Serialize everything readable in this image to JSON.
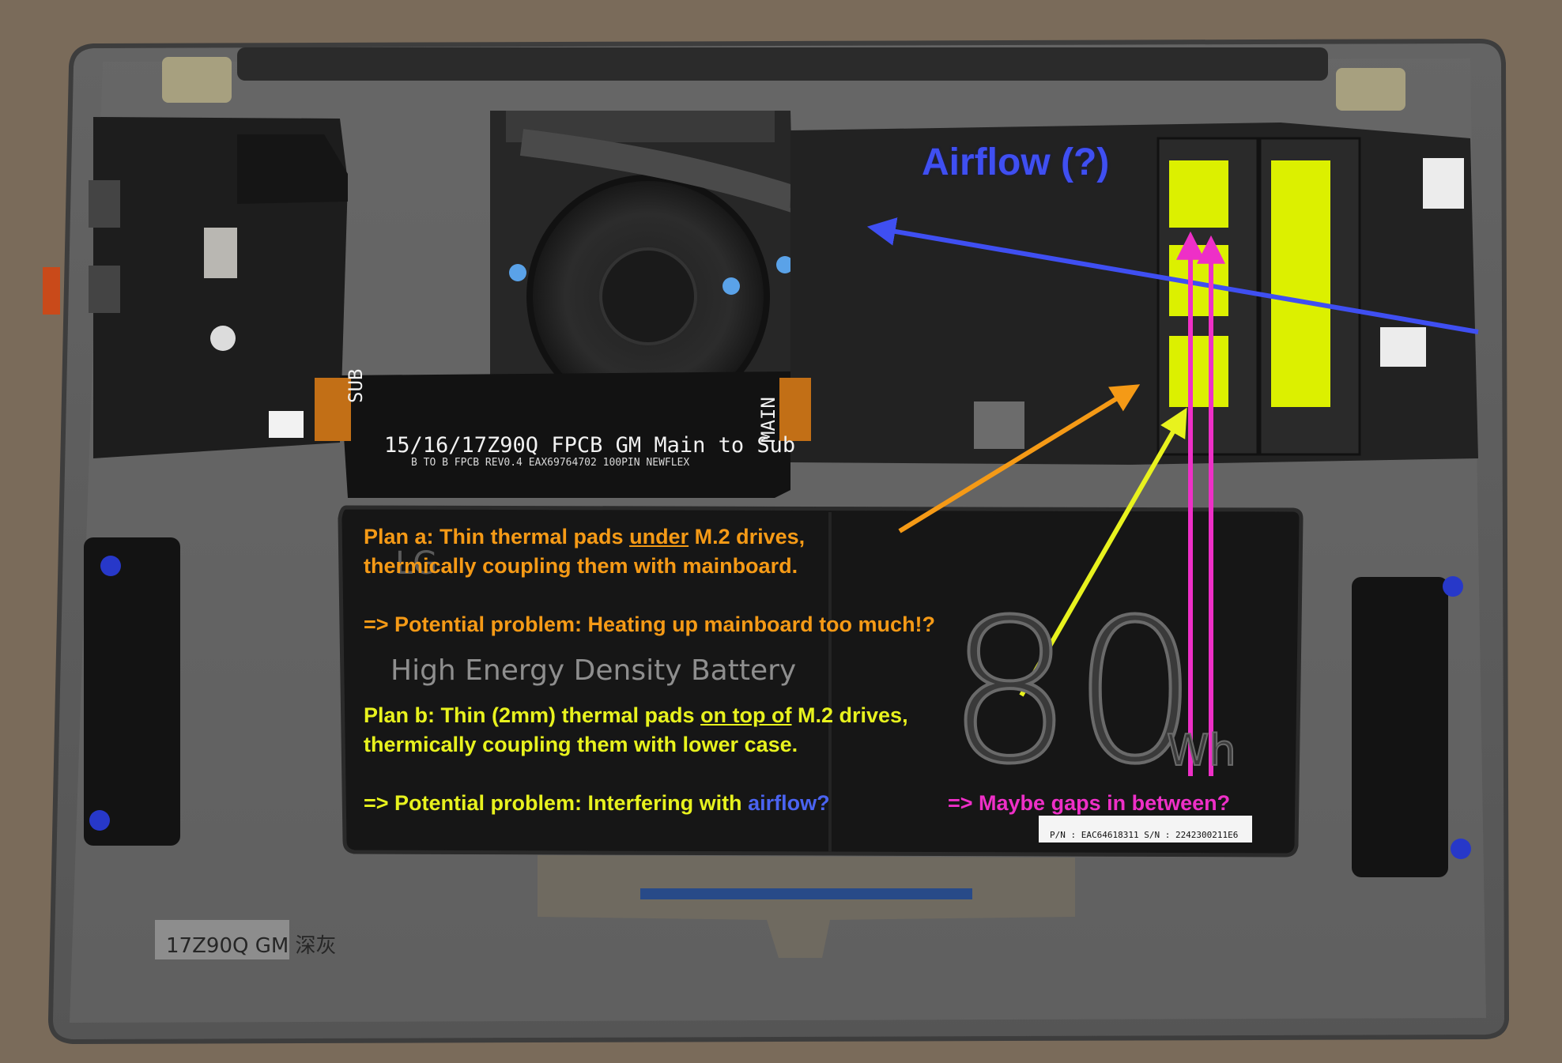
{
  "annotations": {
    "airflow": "Airflow (?)",
    "plan_a": {
      "prefix": "Plan a: Thin thermal pads ",
      "emphasis": "under",
      "suffix": " M.2 drives,",
      "line2": "thermically coupling them with mainboard.",
      "problem": "=> Potential problem: Heating up mainboard too much!?"
    },
    "plan_b": {
      "prefix": "Plan b: Thin (2mm) thermal pads ",
      "emphasis": "on top of",
      "suffix": " M.2 drives,",
      "line2": "thermically coupling them with lower case.",
      "problem_prefix": "=> Potential problem: Interfering with ",
      "problem_keyword": "airflow?",
      "gaps": "=> Maybe gaps in between?"
    }
  },
  "printed_labels": {
    "cable_title": "15/16/17Z90Q FPCB GM Main to Sub",
    "cable_sub": "B TO B FPCB REV0.4 EAX69764702 100PIN NEWFLEX",
    "sub": "SUB",
    "main": "MAIN",
    "battery": "High Energy Density Battery",
    "battery_capacity": "80",
    "battery_unit": "Wh",
    "case_label": "17Z90Q GM 深灰",
    "lg_logo": "LG",
    "barcode": "P/N : EAC64618311 S/N : 2242300211E6"
  },
  "colors": {
    "orange": "#f59a16",
    "yellow": "#e8f21e",
    "pink": "#ee2fc7",
    "blue": "#3f4ff2",
    "pad_fill": "#dcf000",
    "board": "#1b1b1b",
    "case": "#5e5e5e"
  }
}
